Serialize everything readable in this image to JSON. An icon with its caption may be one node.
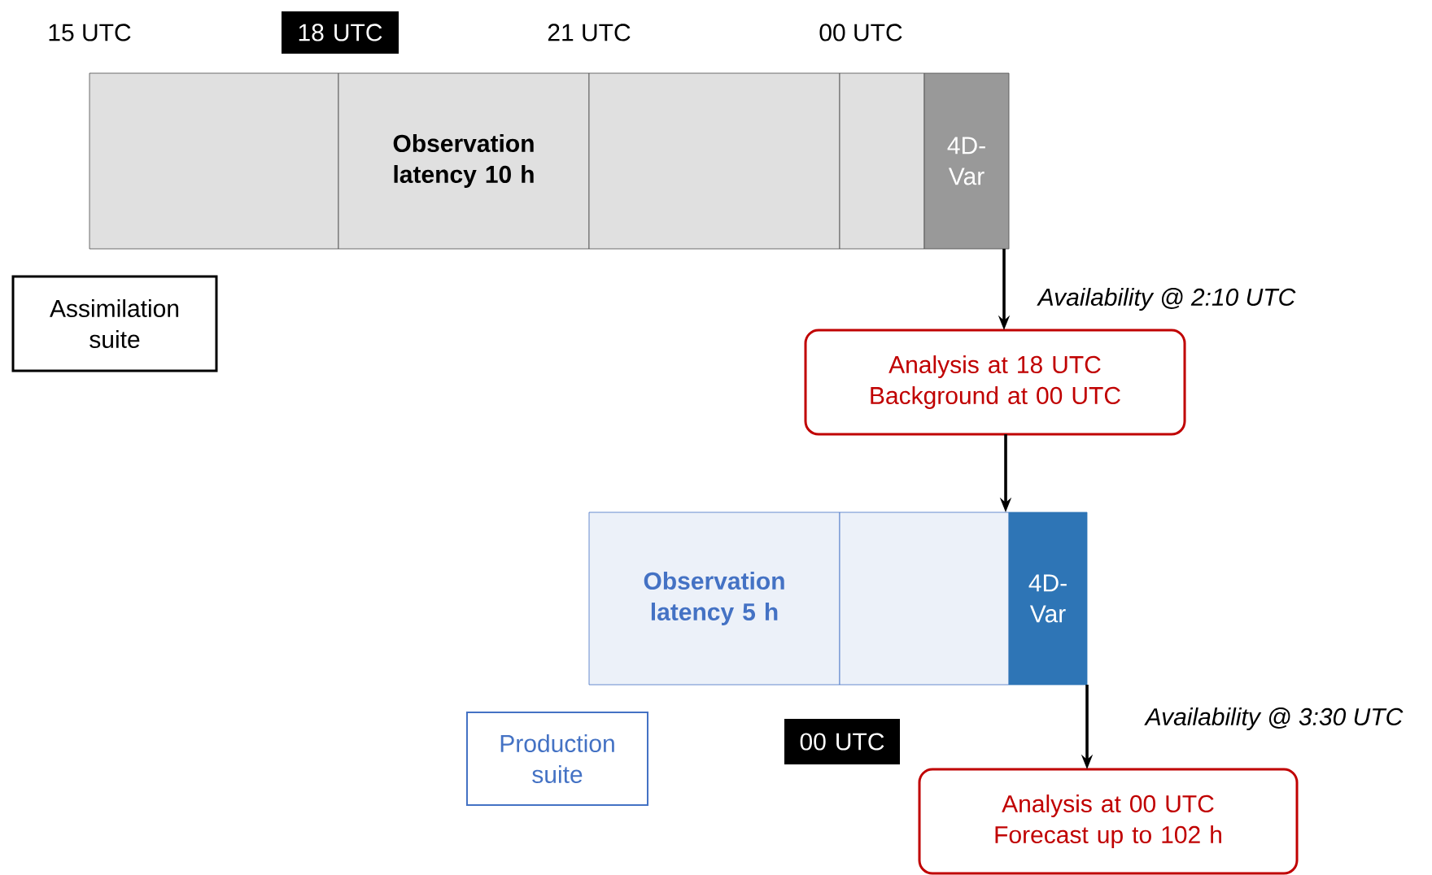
{
  "diagram": {
    "nodes": [
      {
        "text": [
          "18 UTC"
        ]
      },
      {
        "text": [],
        "shape": "box"
      },
      {
        "text": [
          "Observation latency 10 h"
        ]
      },
      {
        "text": [],
        "shape": "box"
      },
      {
        "text": [],
        "shape": "box"
      },
      {
        "text": [
          "4D-Var"
        ]
      },
      {
        "text": [
          "Assimilation suite"
        ]
      },
      {
        "text": [
          "Analysis at 18 UTC",
          "Background at 00 UTC"
        ]
      },
      {
        "text": [
          "Observation latency 5 h"
        ]
      },
      {
        "text": [],
        "shape": "box"
      },
      {
        "text": [
          "4D-Var"
        ]
      },
      {
        "text": [
          "Production suite"
        ]
      },
      {
        "text": [
          "00 UTC"
        ]
      },
      {
        "text": [
          "Analysis at 00 UTC",
          "Forecast up to 102 h"
        ]
      }
    ],
    "edges": [
      {
        "from": 5,
        "to": 7,
        "arrow": "to",
        "label": "Availability @ 2:10 UTC"
      },
      {
        "from": 7,
        "to": 10,
        "arrow": "to"
      },
      {
        "from": 10,
        "to": 13,
        "arrow": "to",
        "label": "Availability  @ 3:30 UTC"
      }
    ],
    "labels": [
      "15 UTC",
      "21 UTC",
      "00 UTC"
    ]
  }
}
